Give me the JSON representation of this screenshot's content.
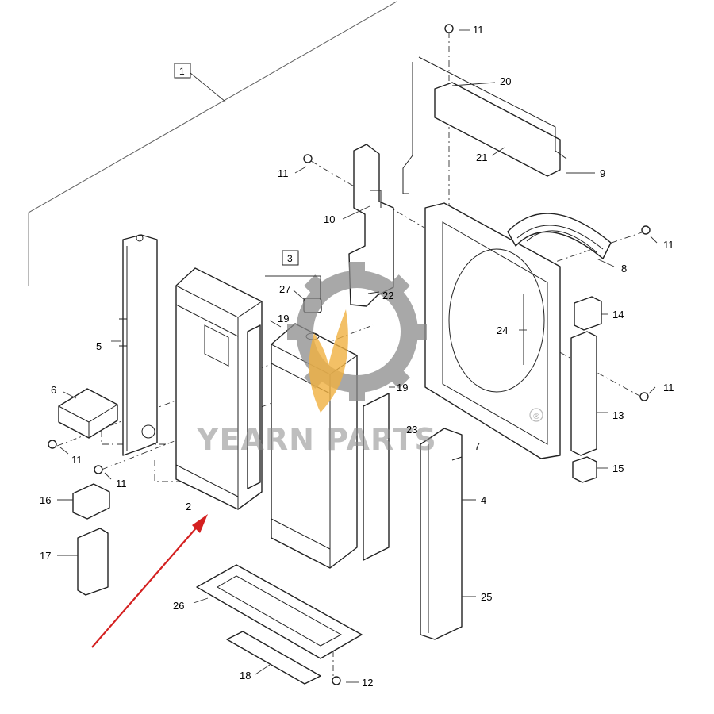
{
  "brand": {
    "watermark_text": "YEARN PARTS",
    "registered_mark": "®",
    "gear_color": "#8c8c8c",
    "flame_color": "#f0b040"
  },
  "colors": {
    "line": "#222222",
    "arrow": "#d42020"
  },
  "callouts": [
    {
      "id": "c1",
      "label": "1",
      "boxed": true
    },
    {
      "id": "c3",
      "label": "3",
      "boxed": true
    },
    {
      "id": "c2",
      "label": "2"
    },
    {
      "id": "c4",
      "label": "4"
    },
    {
      "id": "c5",
      "label": "5"
    },
    {
      "id": "c6",
      "label": "6"
    },
    {
      "id": "c7",
      "label": "7"
    },
    {
      "id": "c8",
      "label": "8"
    },
    {
      "id": "c9",
      "label": "9"
    },
    {
      "id": "c10",
      "label": "10"
    },
    {
      "id": "c11a",
      "label": "11"
    },
    {
      "id": "c11b",
      "label": "11"
    },
    {
      "id": "c11c",
      "label": "11"
    },
    {
      "id": "c11d",
      "label": "11"
    },
    {
      "id": "c11e",
      "label": "11"
    },
    {
      "id": "c11f",
      "label": "11"
    },
    {
      "id": "c12",
      "label": "12"
    },
    {
      "id": "c13",
      "label": "13"
    },
    {
      "id": "c14",
      "label": "14"
    },
    {
      "id": "c15",
      "label": "15"
    },
    {
      "id": "c16",
      "label": "16"
    },
    {
      "id": "c17",
      "label": "17"
    },
    {
      "id": "c18",
      "label": "18"
    },
    {
      "id": "c19a",
      "label": "19"
    },
    {
      "id": "c19b",
      "label": "19"
    },
    {
      "id": "c20",
      "label": "20"
    },
    {
      "id": "c21",
      "label": "21"
    },
    {
      "id": "c22",
      "label": "22"
    },
    {
      "id": "c23",
      "label": "23"
    },
    {
      "id": "c24",
      "label": "24"
    },
    {
      "id": "c25",
      "label": "25"
    },
    {
      "id": "c26",
      "label": "26"
    },
    {
      "id": "c27",
      "label": "27"
    }
  ],
  "icons": {
    "bolt": "bolt-icon",
    "highlight_arrow": "red-arrow-icon"
  }
}
